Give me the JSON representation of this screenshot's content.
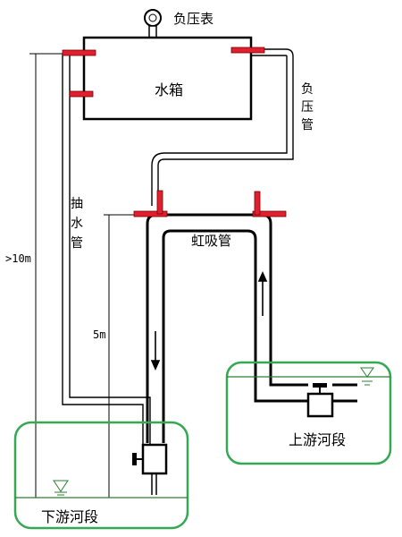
{
  "labels": {
    "gauge": "负压表",
    "tank": "水箱",
    "negative_pipe": "负压管",
    "suction_pipe": "抽水管",
    "siphon": "虹吸管",
    "upstream": "上游河段",
    "downstream": "下游河段",
    "height_total": ">10m",
    "height_siphon": "5m"
  },
  "colors": {
    "line": "#000000",
    "tank_fill": "#ffffff",
    "valve": "#e02030",
    "river_border": "#34a853",
    "water_line": "#2e7d32",
    "arrow": "#000000"
  }
}
